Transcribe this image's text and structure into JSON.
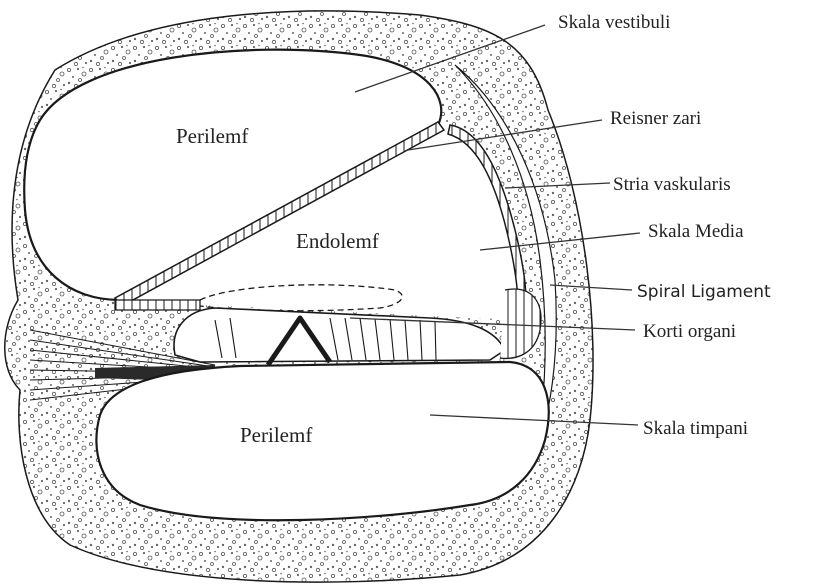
{
  "labels": {
    "skala_vestibuli": "Skala vestibuli",
    "reisner_zari": "Reisner zari",
    "stria_vaskularis": "Stria vaskularis",
    "skala_media": "Skala Media",
    "spiral_ligament": "Spiral Ligament",
    "korti_organi": "Korti organi",
    "skala_timpani": "Skala timpani"
  },
  "regions": {
    "upper_perilymph": "Perilemf",
    "endolymph": "Endolemf",
    "lower_perilymph": "Perilemf"
  },
  "colors": {
    "line": "#1a1a1a",
    "text": "#222222",
    "bone_fill": "#ffffff",
    "speckle": "#555555"
  }
}
